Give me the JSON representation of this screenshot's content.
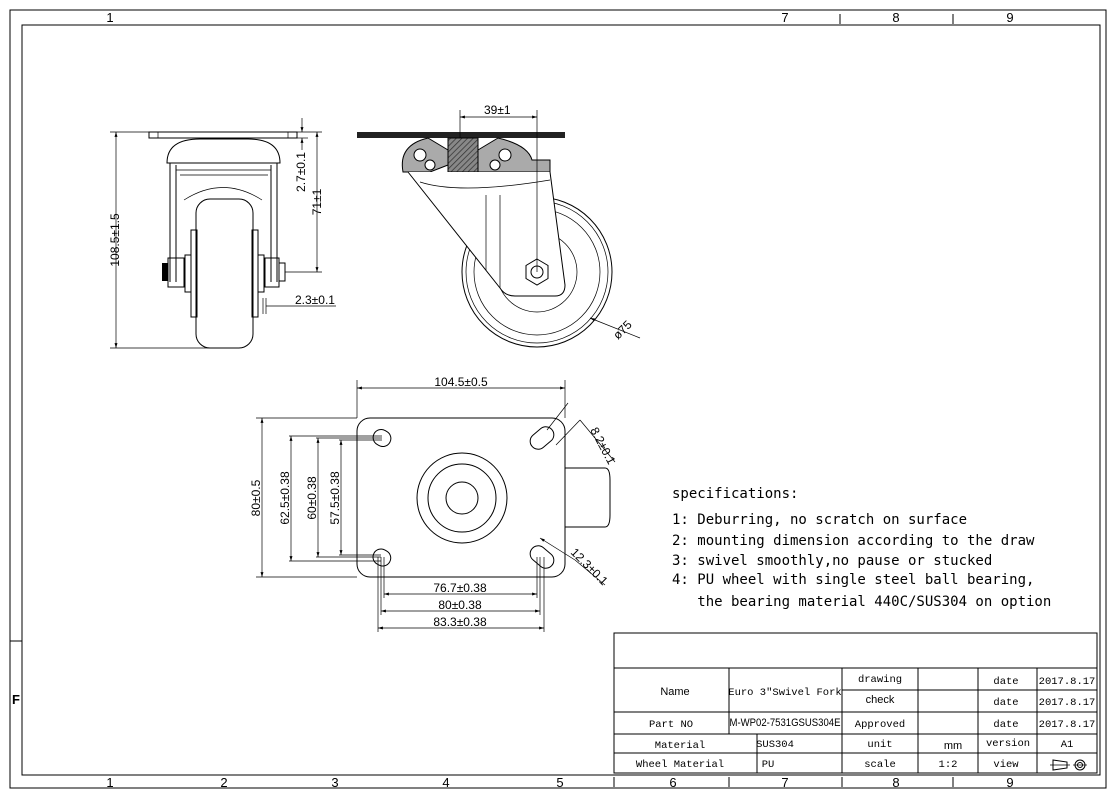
{
  "frame": {
    "top_numbers": [
      "1",
      "7",
      "8",
      "9"
    ],
    "bottom_numbers": [
      "1",
      "2",
      "3",
      "4",
      "5",
      "6",
      "7",
      "8",
      "9"
    ],
    "row_letter": "F"
  },
  "front_view": {
    "overall_height": "108.5±1.5",
    "plate_offset": "2.7±0.1",
    "axle_height": "71±1",
    "leg_thickness": "2.3±0.1"
  },
  "side_view": {
    "swivel_offset": "39±1",
    "wheel_diameter": "ø75"
  },
  "bottom_view": {
    "plate_width": "104.5±0.5",
    "plate_length": "80±0.5",
    "hole_span_1": "62.5±0.38",
    "hole_span_2": "60±0.38",
    "hole_span_3": "57.5±0.38",
    "slot_length": "8.2±0.1",
    "slot_diag": "12.3±0.1",
    "hole_width_1": "76.7±0.38",
    "hole_width_2": "80±0.38",
    "hole_width_3": "83.3±0.38"
  },
  "specifications": {
    "title": "specifications:",
    "items": [
      "1: Deburring, no scratch on surface",
      "2: mounting dimension according to the draw",
      "3: swivel smoothly,no pause or stucked",
      "4: PU wheel with single steel ball bearing,",
      "   the bearing material 440C/SUS304 on option"
    ]
  },
  "title_block": {
    "name_label": "Name",
    "name_value": "Euro 3\"Swivel Fork",
    "part_label": "Part NO",
    "part_value": "M-WP02-7531GSUS304E",
    "material_label": "Material",
    "material_value": "SUS304",
    "wheel_material_label": "Wheel Material",
    "wheel_material_value": "PU",
    "drawing_label": "drawing",
    "check_label": "check",
    "approved_label": "Approved",
    "date_label": "date",
    "dates": [
      "2017.8.17",
      "2017.8.17",
      "2017.8.17"
    ],
    "unit_label": "unit",
    "unit_value": "mm",
    "version_label": "version",
    "version_value": "A1",
    "scale_label": "scale",
    "scale_value": "1:2",
    "view_label": "view",
    "view_icon": "first-angle-projection-icon"
  }
}
